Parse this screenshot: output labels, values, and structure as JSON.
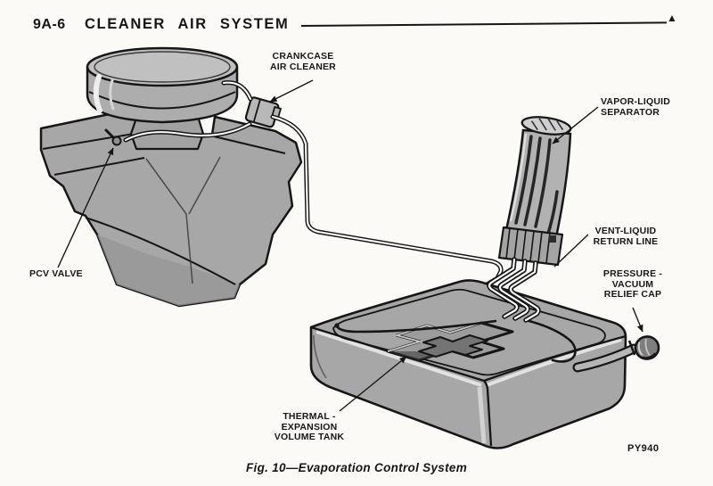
{
  "page": {
    "code": "9A-6",
    "title": "CLEANER AIR SYSTEM",
    "corner_marker": "▲"
  },
  "figure": {
    "caption": "Fig. 10—Evaporation Control System",
    "part_code": "PY940",
    "callouts": [
      {
        "id": "crankcase-air-cleaner",
        "text": "CRANKCASE\nAIR CLEANER"
      },
      {
        "id": "vapor-liquid-separator",
        "text": "VAPOR-LIQUID\nSEPARATOR"
      },
      {
        "id": "vent-liquid-return-line",
        "text": "VENT-LIQUID\nRETURN LINE"
      },
      {
        "id": "pressure-vacuum-relief-cap",
        "text": "PRESSURE -\nVACUUM\nRELIEF CAP"
      },
      {
        "id": "pcv-valve",
        "text": "PCV VALVE"
      },
      {
        "id": "thermal-expansion-volume-tank",
        "text": "THERMAL -\nEXPANSION\nVOLUME TANK"
      }
    ]
  },
  "colors": {
    "paper": "#fbfaf7",
    "ink": "#161616",
    "gray_main": "#a7a7a7",
    "gray_light": "#c0c0c0",
    "gray_dark": "#7c7c7c"
  }
}
